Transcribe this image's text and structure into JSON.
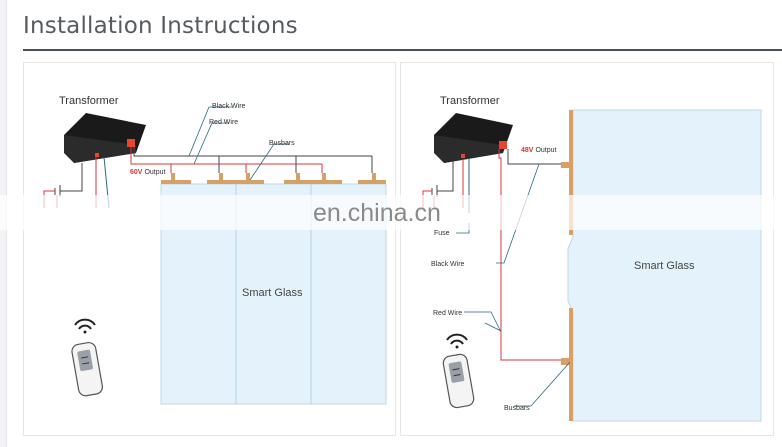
{
  "section": {
    "title": "Installation Instructions"
  },
  "diagram_left": {
    "transformer_label": "Transformer",
    "black_wire_label": "Black Wire",
    "red_wire_label": "Red Wire",
    "busbars_label": "Busbars",
    "output_voltage": "60V",
    "output_suffix": "Output",
    "glass_label": "Smart Glass"
  },
  "diagram_right": {
    "transformer_label": "Transformer",
    "output_voltage": "48V",
    "output_suffix": "Output",
    "fuse_label": "Fuse",
    "black_wire_label": "Black Wire",
    "red_wire_label": "Red Wire",
    "busbars_label": "Busbars",
    "glass_label": "Smart Glass"
  },
  "watermark": "en.china.cn",
  "colors": {
    "glass_fill": "#e4f2fc",
    "busbar": "#d9a066",
    "red_wire": "#d9333f",
    "black_wire": "#333333",
    "leader": "#2b6a80"
  }
}
